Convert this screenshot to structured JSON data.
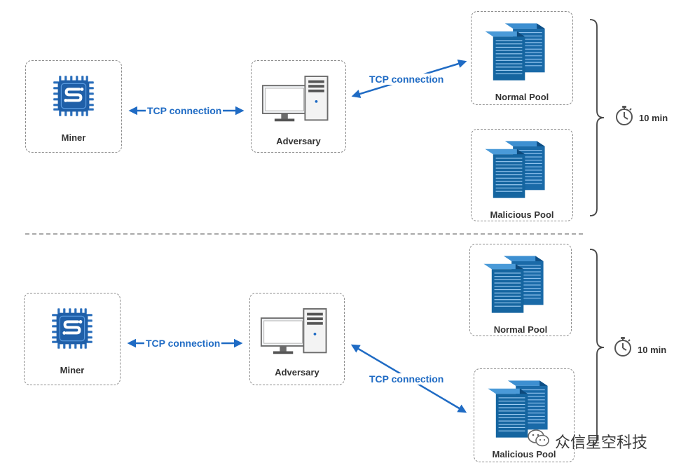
{
  "top": {
    "miner": {
      "label": "Miner"
    },
    "adversary": {
      "label": "Adversary"
    },
    "normal_pool": {
      "label": "Normal Pool"
    },
    "malicious_pool": {
      "label": "Malicious Pool"
    },
    "conn_miner_adversary": {
      "label": "TCP connection"
    },
    "conn_adversary_pool": {
      "label": "TCP connection"
    },
    "timer": {
      "label": "10 min",
      "icon": "stopwatch-icon"
    }
  },
  "bottom": {
    "miner": {
      "label": "Miner"
    },
    "adversary": {
      "label": "Adversary"
    },
    "normal_pool": {
      "label": "Normal Pool"
    },
    "malicious_pool": {
      "label": "Malicious Pool"
    },
    "conn_miner_adversary": {
      "label": "TCP connection"
    },
    "conn_adversary_pool": {
      "label": "TCP connection"
    },
    "timer": {
      "label": "10 min",
      "icon": "stopwatch-icon"
    }
  },
  "watermark": {
    "text": "众信星空科技"
  },
  "colors": {
    "arrow": "#1f6bc4",
    "chip": "#1f5fa8",
    "server": "#1565a0",
    "border": "#8c8c8c"
  }
}
